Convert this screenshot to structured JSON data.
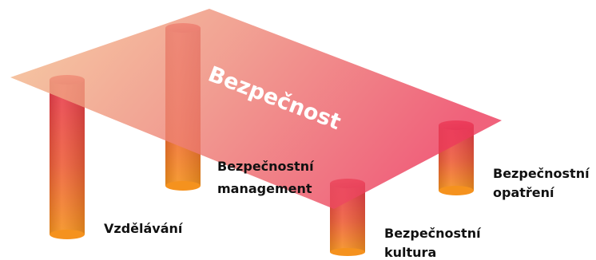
{
  "plane": {
    "label": "Bezpečnost"
  },
  "pillars": {
    "vzdelavani": {
      "label": "Vzdělávání"
    },
    "management": {
      "line1": "Bezpečnostní",
      "line2": "management"
    },
    "kultura": {
      "line1": "Bezpečnostní",
      "line2": "kultura"
    },
    "opatreni": {
      "line1": "Bezpečnostní",
      "line2": "opatření"
    }
  },
  "colors": {
    "pillar_top": "#e8394f",
    "pillar_bottom": "#f5921e",
    "plane_left": "#f4c08e",
    "plane_right": "#ec3a5a",
    "text": "#111111",
    "plane_text": "#ffffff"
  }
}
